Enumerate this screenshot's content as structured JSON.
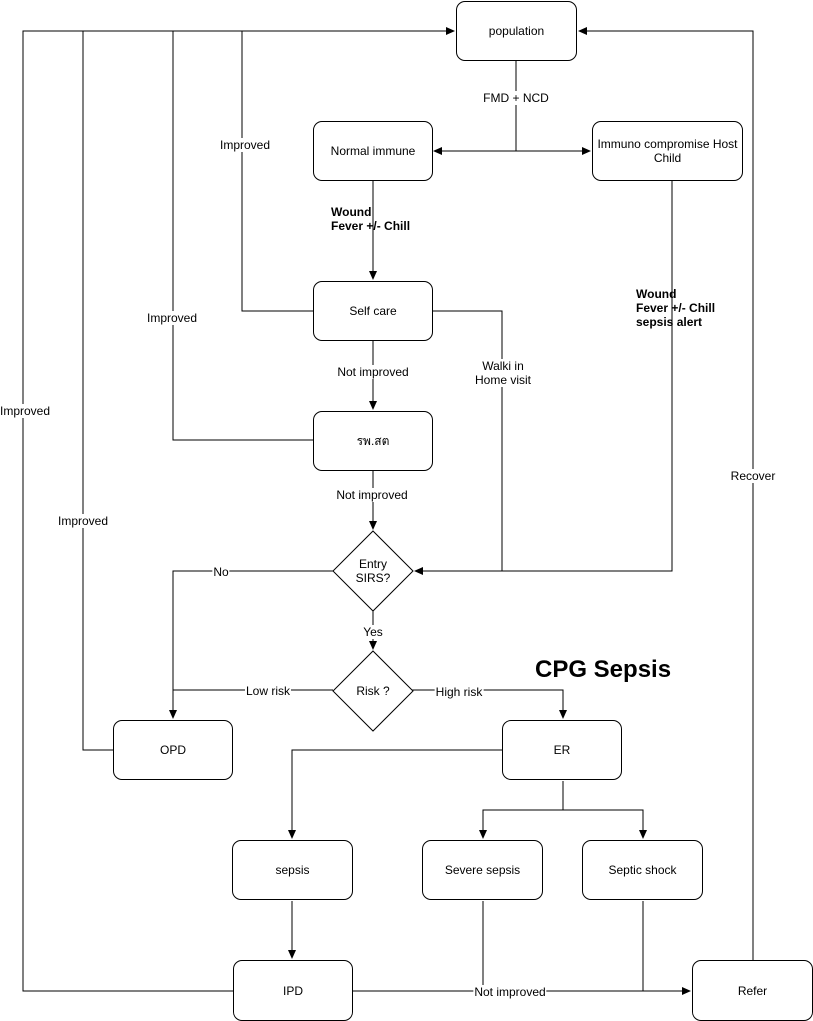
{
  "title": "CPG Sepsis",
  "nodes": {
    "population": "population",
    "normal_immune": "Normal immune",
    "immuno": "Immuno compromise Host Child",
    "self_care": "Self care",
    "rph": "รพ.สต",
    "entry_sirs": "Entry SIRS?",
    "risk": "Risk ?",
    "opd": "OPD",
    "er": "ER",
    "sepsis": "sepsis",
    "severe_sepsis": "Severe sepsis",
    "septic_shock": "Septic shock",
    "ipd": "IPD",
    "refer": "Refer"
  },
  "edge_labels": {
    "fmd_ncd": "FMD + NCD",
    "improved_1": "Improved",
    "improved_2": "Improved",
    "improved_3": "Improved",
    "improved_4": "Improved",
    "not_improved_1": "Not improved",
    "not_improved_2": "Not improved",
    "not_improved_3": "Not improved",
    "walkin": "Walki in\nHome visit",
    "no": "No",
    "yes": "Yes",
    "low_risk": "Low risk",
    "high_risk": "High risk",
    "recover": "Recover"
  },
  "bold_labels": {
    "wound_normal": "Wound\nFever +/- Chill",
    "wound_immuno": "Wound\nFever +/- Chill\nsepsis alert"
  }
}
